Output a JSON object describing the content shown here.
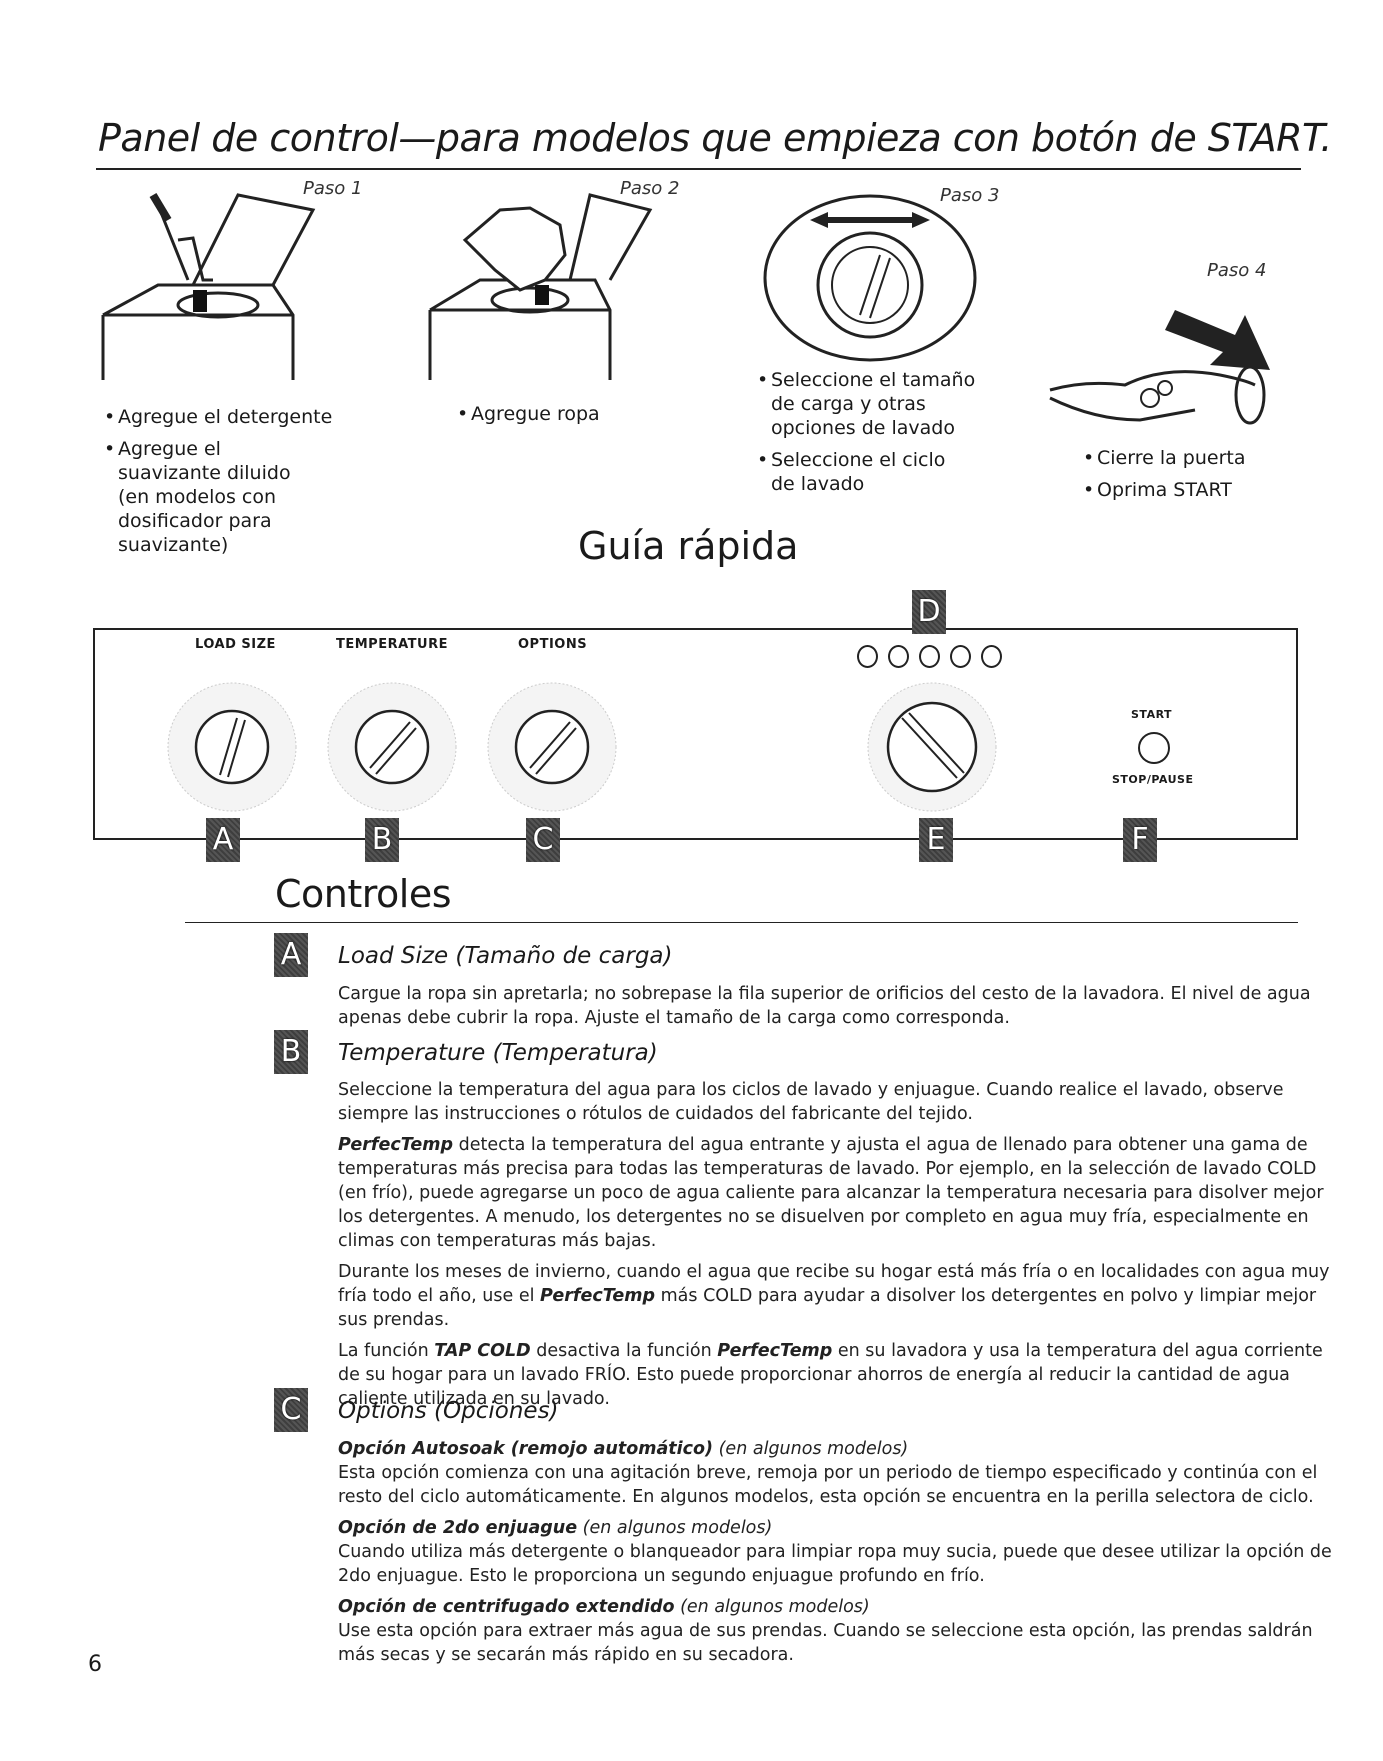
{
  "header": {
    "title": "Panel de control—para modelos que empieza con botón de START."
  },
  "steps": [
    {
      "label": "Paso 1",
      "bullets": [
        "Agregue el detergente",
        "Agregue el\nsuavizante diluido\n(en modelos con\ndosificador para\nsuavizante)"
      ]
    },
    {
      "label": "Paso 2",
      "bullets": [
        "Agregue ropa"
      ]
    },
    {
      "label": "Paso 3",
      "bullets": [
        "Seleccione el tamaño\nde carga y otras\nopciones de lavado",
        "Seleccione el ciclo\nde lavado"
      ]
    },
    {
      "label": "Paso 4",
      "bullets": [
        "Cierre la puerta",
        "Oprima START"
      ]
    }
  ],
  "guide_title": "Guía rápida",
  "panel": {
    "labels": {
      "load_size": "LOAD SIZE",
      "temperature": "TEMPERATURE",
      "options": "OPTIONS",
      "start": "START",
      "stop_pause": "STOP/PAUSE"
    },
    "badges": {
      "a": "A",
      "b": "B",
      "c": "C",
      "d": "D",
      "e": "E",
      "f": "F"
    }
  },
  "controls": {
    "title": "Controles",
    "sections": {
      "a": {
        "badge": "A",
        "title": "Load Size (Tamaño de carga)",
        "body": "Cargue la ropa sin apretarla; no sobrepase la fila superior de orificios del cesto de la lavadora. El nivel de agua apenas debe cubrir la ropa. Ajuste el tamaño de la carga como corresponda."
      },
      "b": {
        "badge": "B",
        "title": "Temperature (Temperatura)",
        "p1": "Seleccione la temperatura del agua para los ciclos de lavado y enjuague. Cuando realice el lavado, observe siempre las instrucciones o rótulos de cuidados del fabricante del tejido.",
        "p2_lead": "PerfecTemp",
        "p2": " detecta la temperatura del agua entrante y ajusta el agua de llenado para obtener una gama de temperaturas más precisa para todas las temperaturas de lavado. Por ejemplo, en la selección de lavado COLD (en frío), puede agregarse un poco de agua caliente para alcanzar la temperatura necesaria para disolver mejor los detergentes. A menudo, los detergentes no se disuelven por completo en agua muy fría, especialmente en climas con temperaturas más bajas.",
        "p3a": "Durante los meses de invierno, cuando el agua que recibe su hogar está más fría o en localidades con agua muy fría todo el año, use el ",
        "p3_em": "PerfecTemp",
        "p3b": " más COLD para ayudar a disolver los detergentes en polvo y limpiar mejor sus prendas.",
        "p4a": "La función ",
        "p4_em1": "TAP COLD",
        "p4b": " desactiva la función ",
        "p4_em2": "PerfecTemp",
        "p4c": " en su lavadora y usa la temperatura del agua corriente de su hogar para un lavado FRÍO. Esto puede proporcionar ahorros de energía al reducir la cantidad de agua caliente utilizada en su lavado."
      },
      "c": {
        "badge": "C",
        "title": "Options (Opciones)",
        "opt1_title": "Opción Autosoak (remojo automático)",
        "opt1_note": " (en algunos modelos)",
        "opt1_body": "Esta opción comienza con una agitación breve, remoja por un periodo de tiempo especificado y continúa con el resto del ciclo automáticamente. En algunos modelos, esta opción se encuentra en la perilla selectora de ciclo.",
        "opt2_title": "Opción de 2do enjuague",
        "opt2_note": " (en algunos modelos)",
        "opt2_body": "Cuando utiliza más detergente o blanqueador para limpiar ropa muy sucia, puede que desee utilizar la opción de 2do enjuague. Esto le proporciona un segundo enjuague profundo en frío.",
        "opt3_title": "Opción de centrifugado extendido",
        "opt3_note": " (en algunos modelos)",
        "opt3_body": "Use esta opción para extraer más agua de sus prendas. Cuando se seleccione esta opción, las prendas saldrán más secas y se secarán más rápido en su secadora."
      }
    }
  },
  "page_number": "6"
}
